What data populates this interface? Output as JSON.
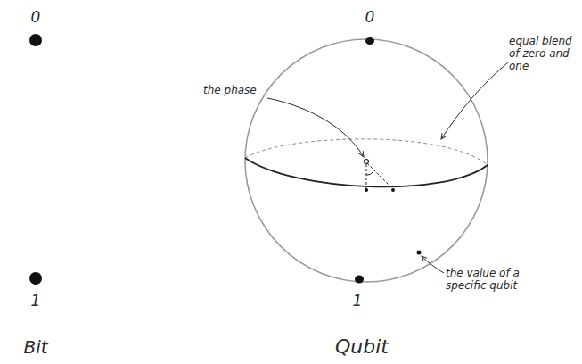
{
  "diagram": {
    "labels": [
      "0",
      "0",
      "equal blend of zero and one",
      "the phase",
      "1",
      "1",
      "the value of a specific qubit",
      "Bit",
      "Qubit"
    ]
  }
}
